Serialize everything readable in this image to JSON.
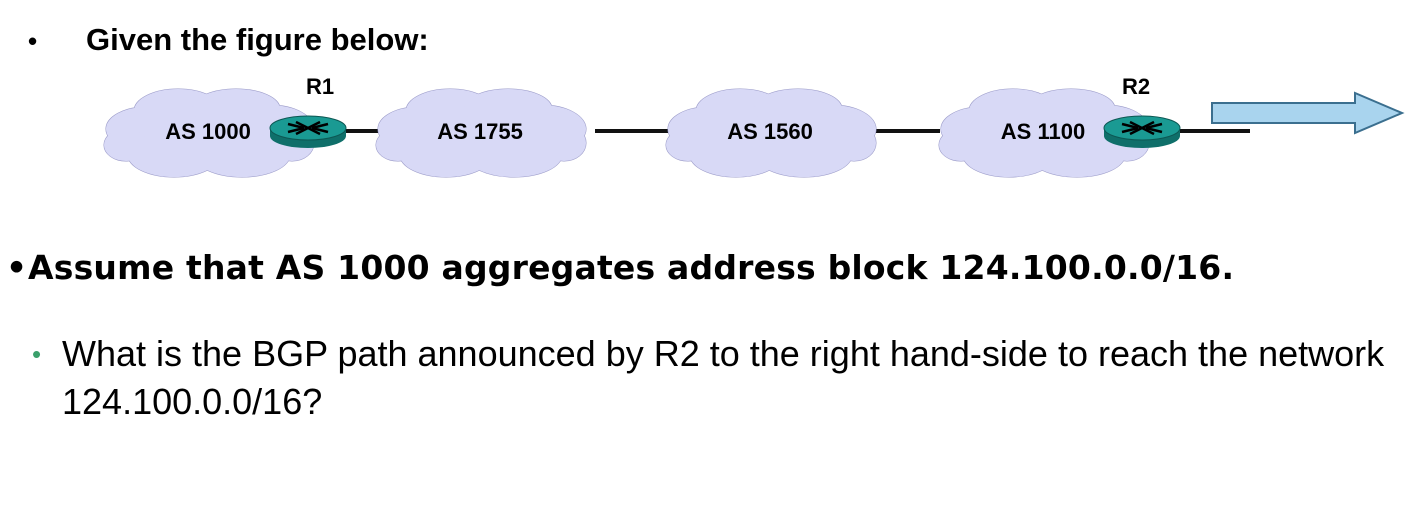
{
  "heading": {
    "bullet": "•",
    "text": "Given the figure below:"
  },
  "diagram": {
    "clouds": [
      {
        "label": "AS 1000"
      },
      {
        "label": "AS 1755"
      },
      {
        "label": "AS 1560"
      },
      {
        "label": "AS 1100"
      }
    ],
    "routers": [
      {
        "label": "R1"
      },
      {
        "label": "R2"
      }
    ],
    "colors": {
      "cloud": "#d8d9f6",
      "router": "#1a9a93",
      "arrow": "#a9d4ee"
    }
  },
  "assume": {
    "bullet": "•",
    "text": "Assume that AS 1000 aggregates address block 124.100.0.0/16."
  },
  "question": {
    "bullet": "•",
    "text": "What is the BGP path announced by R2 to the right hand-side to reach the network 124.100.0.0/16?"
  }
}
